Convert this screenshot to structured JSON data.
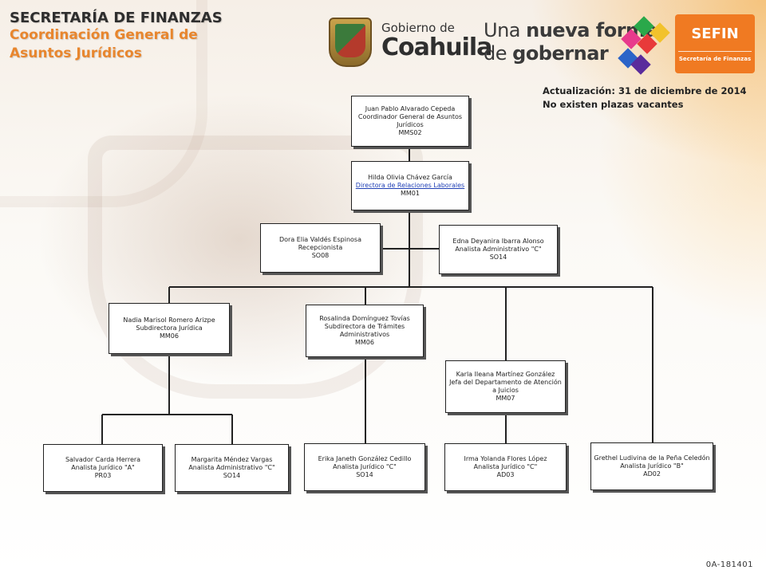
{
  "header": {
    "title": "SECRETARÍA DE FINANZAS",
    "subtitle_line1": "Coordinación General de",
    "subtitle_line2": "Asuntos Jurídicos",
    "gobierno_small": "Gobierno de",
    "gobierno_big": "Coahuila",
    "slogan_line1_a": "Una ",
    "slogan_line1_b": "nueva forma",
    "slogan_line2_a": "de ",
    "slogan_line2_b": "gobernar",
    "sefin_name": "SEFIN",
    "sefin_sub": "Secretaría de Finanzas"
  },
  "notes": {
    "update": "Actualización: 31  de diciembre de 2014",
    "vacancies": "No existen plazas vacantes"
  },
  "footer": {
    "code": "0A-181401"
  },
  "colors": {
    "accent": "#e8862e",
    "sefin": "#f07a22",
    "link": "#1f3fb5"
  },
  "nodes": {
    "coordinator": {
      "name": "Juan Pablo Alvarado Cepeda",
      "title": "Coordinador General de Asuntos Jurídicos",
      "code": "MMS02"
    },
    "director": {
      "name": "Hilda Olivia Chávez García",
      "title": "Directora de Relaciones Laborales",
      "code": "MM01"
    },
    "reception": {
      "name": "Dora Elia Valdés Espinosa",
      "title": "Recepcionista",
      "code": "SO08"
    },
    "analyst_admin_top": {
      "name": "Edna Deyanira Ibarra Alonso",
      "title": "Analista Administrativo \"C\"",
      "code": "SO14"
    },
    "sub_juridica": {
      "name": "Nadia Marisol Romero Arizpe",
      "title": "Subdirectora Jurídica",
      "code": "MM06"
    },
    "sub_tramites": {
      "name": "Rosalinda Domínguez Tovías",
      "title": "Subdirectora de Trámites Administrativos",
      "code": "MM06"
    },
    "jefa_atencion": {
      "name": "Karla Ileana Martínez González",
      "title": "Jefa del Departamento de Atención a Juicios",
      "code": "MM07"
    },
    "salvador": {
      "name": "Salvador Carda Herrera",
      "title": "Analista Jurídico \"A\"",
      "code": "PR03"
    },
    "margarita": {
      "name": "Margarita Méndez Vargas",
      "title": "Analista Administrativo \"C\"",
      "code": "SO14"
    },
    "erika": {
      "name": "Erika Janeth González Cedillo",
      "title": "Analista Jurídico \"C\"",
      "code": "SO14"
    },
    "irma": {
      "name": "Irma Yolanda Flores López",
      "title": "Analista Jurídico \"C\"",
      "code": "AD03"
    },
    "grethel": {
      "name": "Grethel Ludivina de la Peña Celedón",
      "title": "Analista Jurídico \"B\"",
      "code": "AD02"
    }
  }
}
